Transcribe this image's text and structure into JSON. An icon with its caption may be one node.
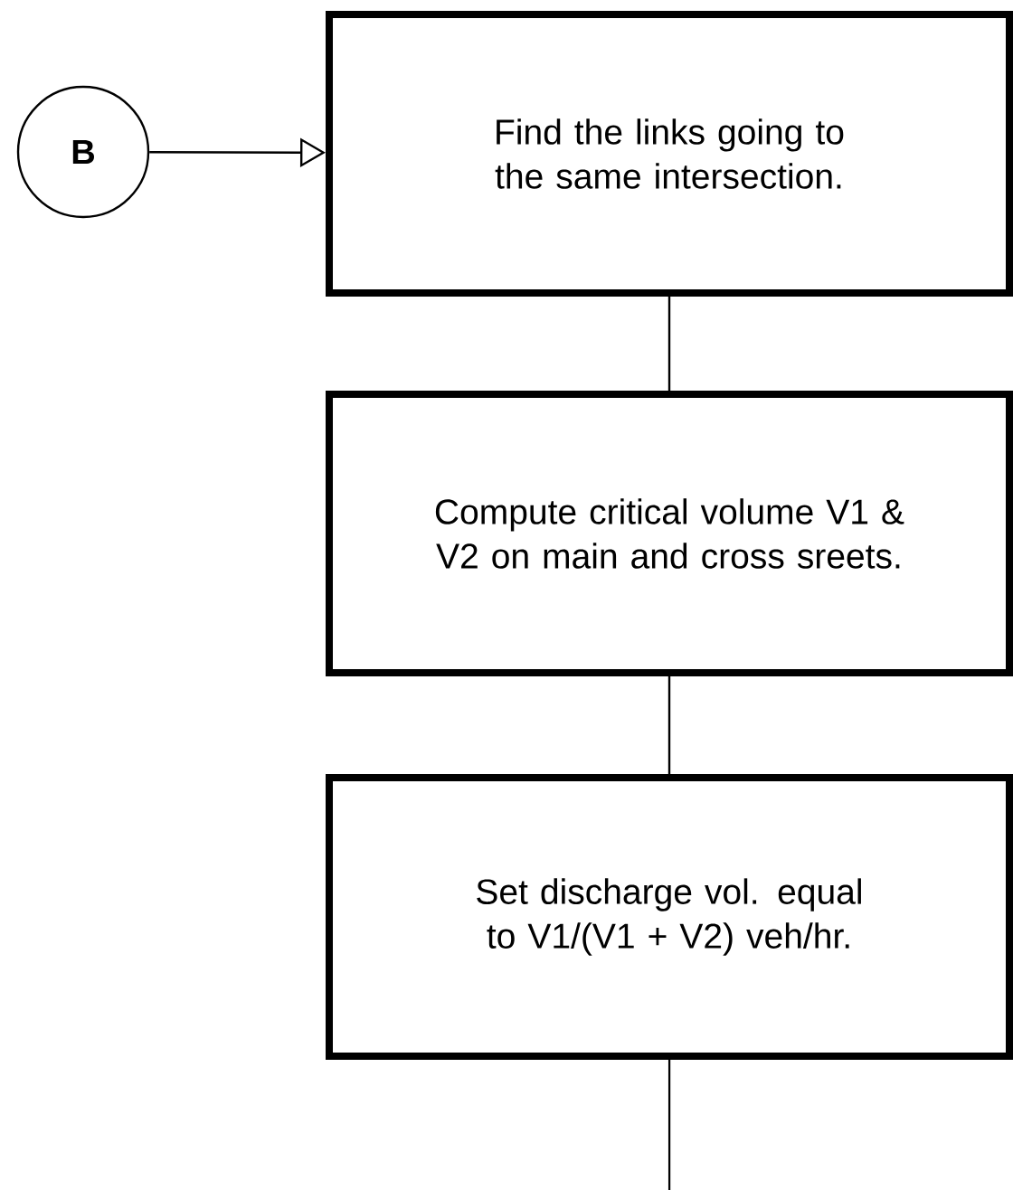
{
  "diagram": {
    "nodes": [
      {
        "text": [
          "B"
        ]
      },
      {
        "text": [
          "Find the links going to the same intersection."
        ]
      },
      {
        "text": [
          "Compute critical volume V1 & V2 on main and cross sreets."
        ]
      },
      {
        "text": [
          "Set discharge vol. equal to V1/(V1 + V2) veh/hr."
        ]
      }
    ],
    "edges": [
      {
        "from": 0,
        "to": 1,
        "arrow": "to"
      },
      {
        "from": 1,
        "to": 2,
        "arrow": "none"
      },
      {
        "from": 2,
        "to": 3,
        "arrow": "none"
      },
      {
        "from": 3,
        "to": null,
        "arrow": "none"
      }
    ]
  }
}
